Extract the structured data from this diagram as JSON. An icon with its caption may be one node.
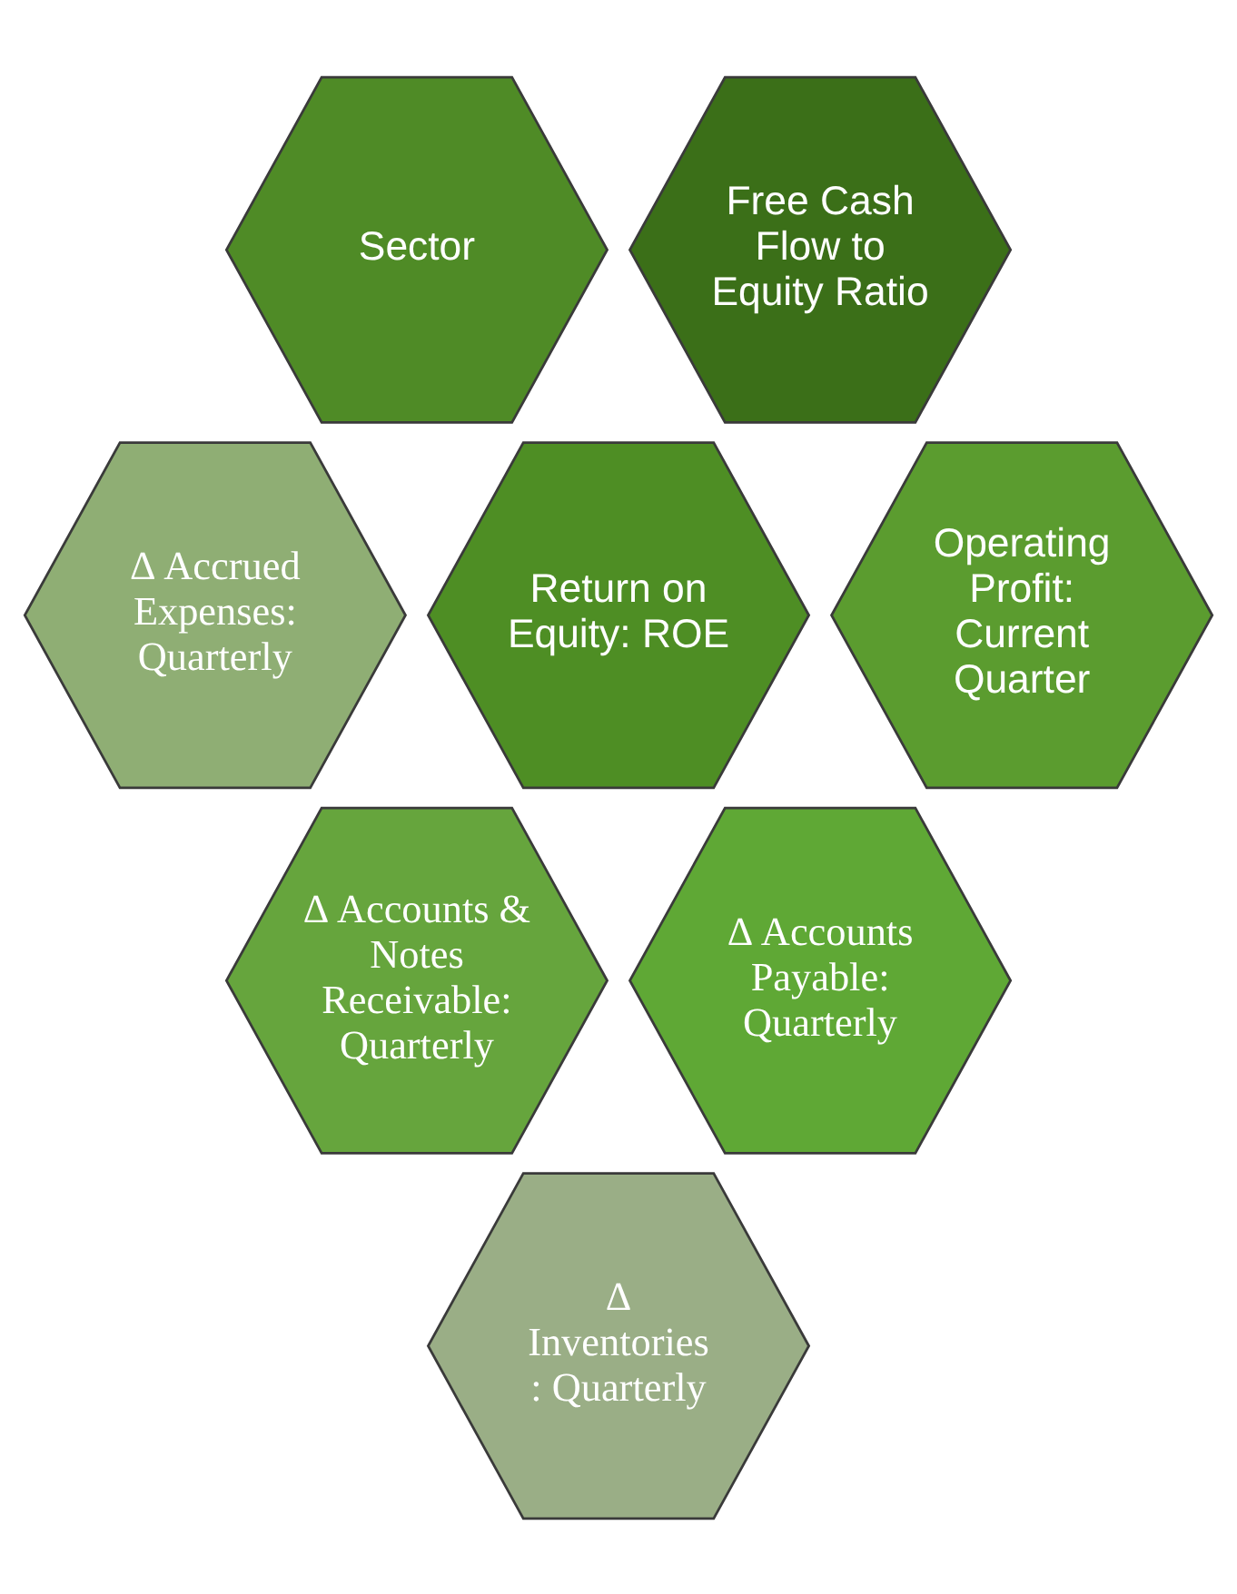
{
  "diagram": {
    "nodes": [
      {
        "text": [
          "Sector"
        ]
      },
      {
        "text": [
          "Free Cash Flow to Equity Ratio"
        ]
      },
      {
        "text": [
          "Δ Accrued Expenses: Quarterly"
        ]
      },
      {
        "text": [
          "Return on Equity: ROE"
        ]
      },
      {
        "text": [
          "Operating Profit: Current Quarter"
        ]
      },
      {
        "text": [
          "Δ Accounts & Notes Receivable: Quarterly"
        ]
      },
      {
        "text": [
          "Δ Accounts Payable: Quarterly"
        ]
      },
      {
        "text": [
          "Δ Inventories : Quarterly"
        ]
      }
    ]
  }
}
